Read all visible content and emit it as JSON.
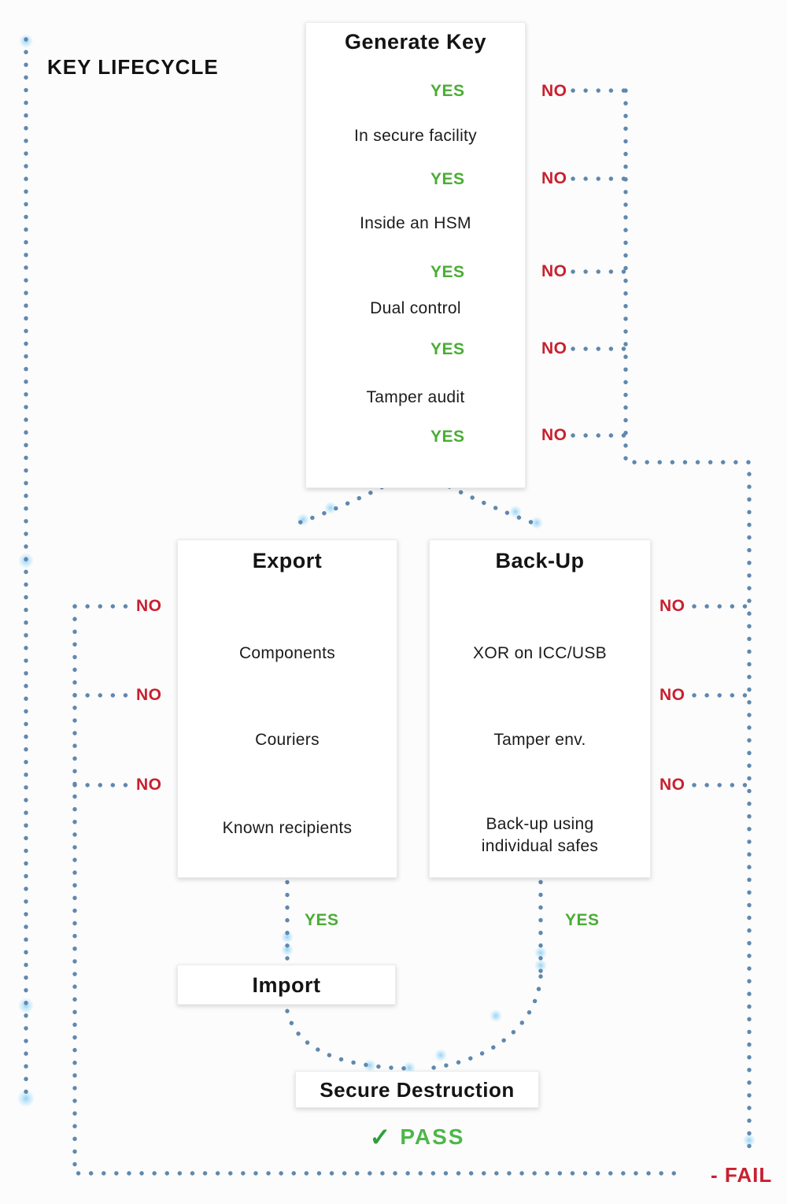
{
  "page": {
    "title": "KEY LIFECYCLE"
  },
  "colors": {
    "dot_blue": "#6088ae",
    "glow_blue": "#9ed7f6",
    "yes_green": "#4aad35",
    "no_red": "#c8202f",
    "pass_green": "#4cb748",
    "check_green": "#2f9f3d",
    "text_black": "#1b1b1b",
    "box_bg": "#ffffff"
  },
  "labels": {
    "yes": "YES",
    "no": "NO",
    "pass_check": "✓",
    "pass": "PASS",
    "fail": "- FAIL"
  },
  "nodes": {
    "generate_key": {
      "title": "Generate Key",
      "steps": [
        "In secure facility",
        "Inside an HSM",
        "Dual control",
        "Tamper audit"
      ]
    },
    "export": {
      "title": "Export",
      "steps": [
        "Components",
        "Couriers",
        "Known recipients"
      ]
    },
    "backup": {
      "title": "Back-Up",
      "steps": [
        "XOR on ICC/USB",
        "Tamper env.",
        "Back-up using individual safes"
      ]
    },
    "import": {
      "title": "Import"
    },
    "secure_destruction": {
      "title": "Secure Destruction"
    }
  }
}
